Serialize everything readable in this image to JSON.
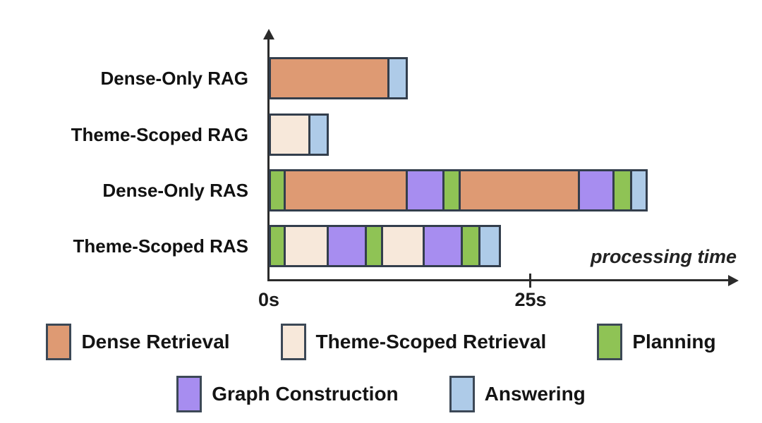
{
  "page": {
    "background": "#ffffff"
  },
  "chart_data": {
    "type": "bar",
    "orientation": "horizontal-stacked",
    "title": "",
    "xlabel": "processing time",
    "ylabel": "",
    "grid": false,
    "x_ticks": [
      {
        "label": "0s",
        "seconds": 0
      },
      {
        "label": "25s",
        "seconds": 25
      }
    ],
    "xlim": [
      0,
      44.5
    ],
    "categories": [
      "Dense-Only RAG",
      "Theme-Scoped RAG",
      "Dense-Only RAS",
      "Theme-Scoped RAS"
    ],
    "phases": [
      {
        "name": "Dense Retrieval",
        "color": "#DE9A73"
      },
      {
        "name": "Theme-Scoped Retrieval",
        "color": "#F7E8DA"
      },
      {
        "name": "Planning",
        "color": "#8FC355"
      },
      {
        "name": "Graph Construction",
        "color": "#A78DF0"
      },
      {
        "name": "Answering",
        "color": "#AECBE8"
      }
    ],
    "bars": [
      {
        "label": "Dense-Only RAG",
        "total_seconds": 13.3,
        "segments": [
          {
            "phase": "Dense Retrieval",
            "seconds": 11.5
          },
          {
            "phase": "Answering",
            "seconds": 1.8
          }
        ]
      },
      {
        "label": "Theme-Scoped RAG",
        "total_seconds": 5.7,
        "segments": [
          {
            "phase": "Theme-Scoped Retrieval",
            "seconds": 4.0
          },
          {
            "phase": "Answering",
            "seconds": 1.7
          }
        ]
      },
      {
        "label": "Dense-Only RAS",
        "total_seconds": 36.2,
        "segments": [
          {
            "phase": "Planning",
            "seconds": 1.6
          },
          {
            "phase": "Dense Retrieval",
            "seconds": 11.7
          },
          {
            "phase": "Graph Construction",
            "seconds": 3.5
          },
          {
            "phase": "Planning",
            "seconds": 1.5
          },
          {
            "phase": "Dense Retrieval",
            "seconds": 11.4
          },
          {
            "phase": "Graph Construction",
            "seconds": 3.3
          },
          {
            "phase": "Planning",
            "seconds": 1.7
          },
          {
            "phase": "Answering",
            "seconds": 1.5
          }
        ]
      },
      {
        "label": "Theme-Scoped RAS",
        "total_seconds": 22.2,
        "segments": [
          {
            "phase": "Planning",
            "seconds": 1.6
          },
          {
            "phase": "Theme-Scoped Retrieval",
            "seconds": 4.1
          },
          {
            "phase": "Graph Construction",
            "seconds": 3.7
          },
          {
            "phase": "Planning",
            "seconds": 1.5
          },
          {
            "phase": "Theme-Scoped Retrieval",
            "seconds": 4.0
          },
          {
            "phase": "Graph Construction",
            "seconds": 3.6
          },
          {
            "phase": "Planning",
            "seconds": 1.7
          },
          {
            "phase": "Answering",
            "seconds": 2.0
          }
        ]
      }
    ],
    "segment_border_color": "#333E4C",
    "axis_color": "#2B2B2B"
  },
  "legend": {
    "rows": [
      [
        "Dense Retrieval",
        "Theme-Scoped Retrieval",
        "Planning"
      ],
      [
        "Graph Construction",
        "Answering"
      ]
    ]
  }
}
